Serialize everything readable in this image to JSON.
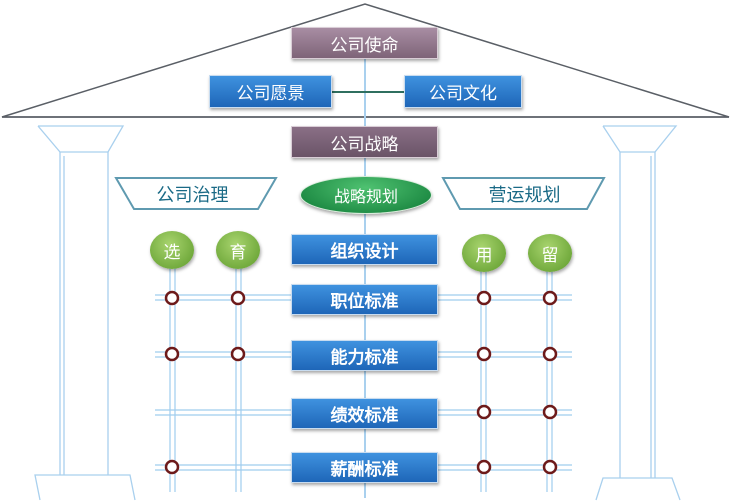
{
  "roof": {
    "mission": "公司使命"
  },
  "row2": {
    "vision": "公司愿景",
    "culture": "公司文化"
  },
  "strategy": "公司战略",
  "row4": {
    "governance": "公司治理",
    "strategic_planning": "战略规划",
    "operations_planning": "营运规划"
  },
  "pillars": {
    "select": "选",
    "develop": "育",
    "use": "用",
    "retain": "留"
  },
  "standards": [
    "组织设计",
    "职位标准",
    "能力标准",
    "绩效标准",
    "薪酬标准"
  ],
  "colors": {
    "roof_line": "#5a5f66",
    "blue_box": "#2a78cc",
    "mauve_box": "#8a7086",
    "green": "#1f9446",
    "pillar_line": "#b3d6ef",
    "node_ring": "#6d1a1a",
    "trapezoid": "#5f9ab0"
  }
}
